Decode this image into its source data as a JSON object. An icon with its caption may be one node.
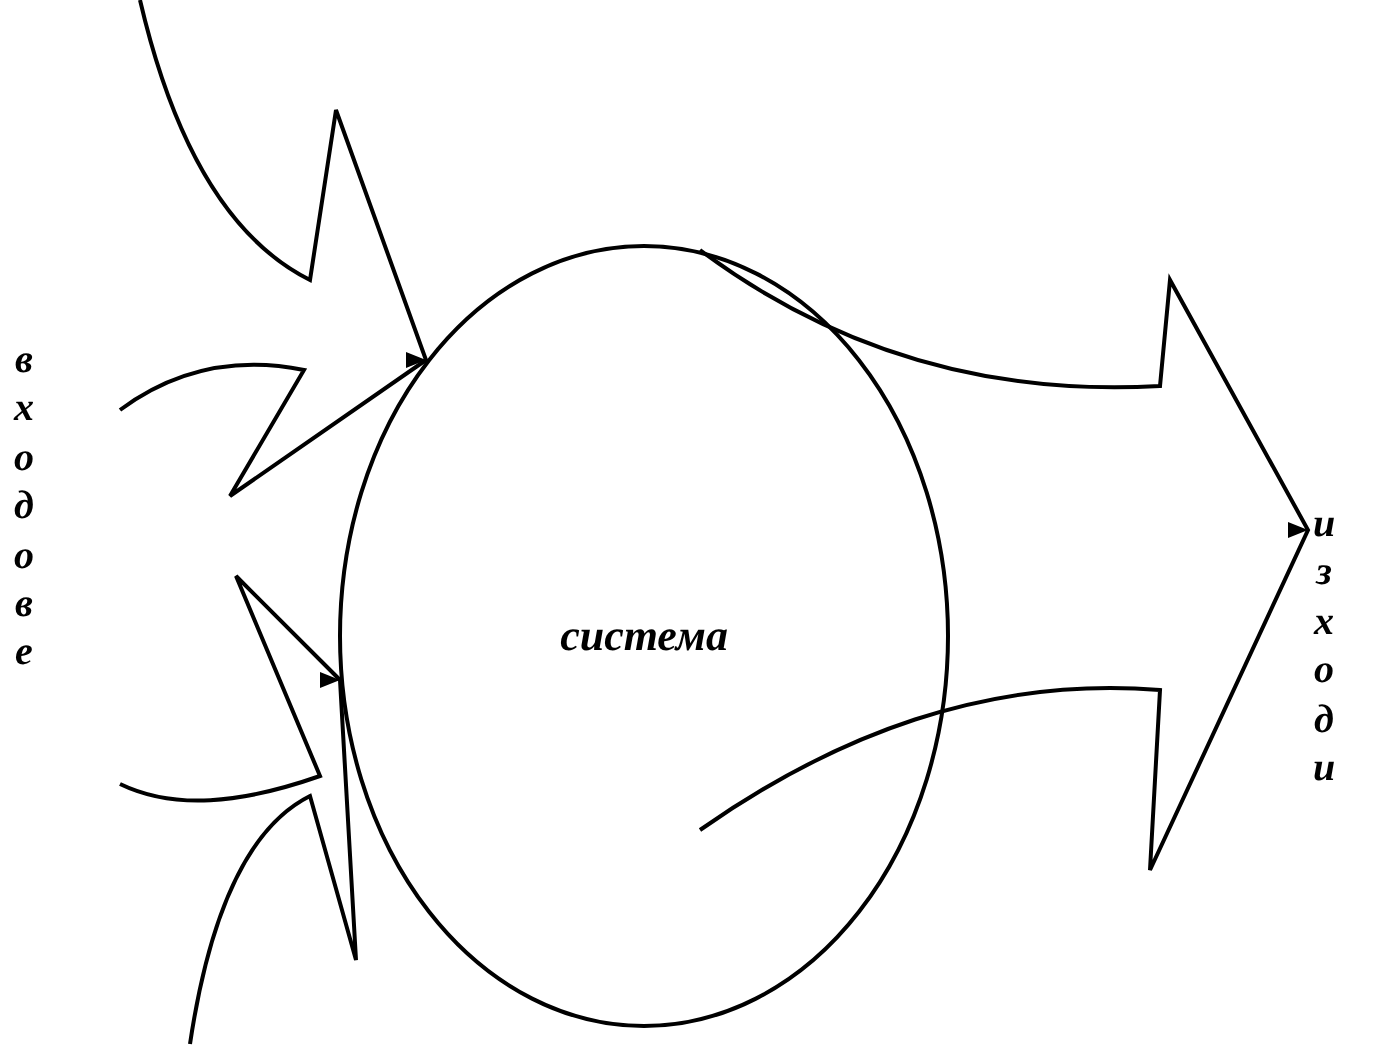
{
  "diagram": {
    "nodes": [
      {
        "text": [
          "система"
        ]
      },
      {
        "text": [
          "изходи"
        ]
      }
    ],
    "edges": [
      {
        "from": null,
        "to": 0,
        "arrow": "to"
      },
      {
        "from": null,
        "to": 0,
        "arrow": "to"
      },
      {
        "from": 0,
        "to": 1,
        "arrow": "to"
      }
    ],
    "labels": [
      "входове"
    ]
  }
}
